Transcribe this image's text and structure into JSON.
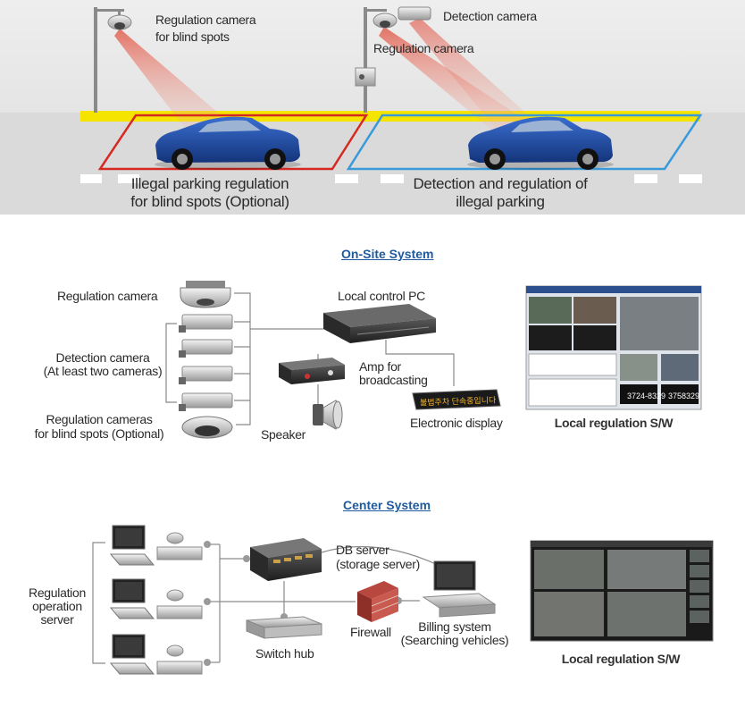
{
  "scene": {
    "cam_blind_label": [
      "Regulation camera",
      "for blind spots"
    ],
    "detection_camera_label": "Detection camera",
    "regulation_camera_label": "Regulation camera",
    "zone_left_label": [
      "Illegal parking regulation",
      "for blind spots (Optional)"
    ],
    "zone_right_label": [
      "Detection and regulation of",
      "illegal parking"
    ],
    "colors": {
      "zone_left": "#d42a22",
      "zone_right": "#3a9ad9",
      "curb": "#f5e400",
      "car": "#1e4aa6"
    }
  },
  "onsite": {
    "title": "On-Site System",
    "regulation_camera": "Regulation camera",
    "detection_camera": [
      "Detection camera",
      "(At least two cameras)"
    ],
    "blind_spot_cameras": [
      "Regulation cameras",
      "for blind spots (Optional)"
    ],
    "local_pc": "Local control PC",
    "amp": [
      "Amp for",
      "broadcasting"
    ],
    "speaker": "Speaker",
    "display_text": "불법주차 단속중입니다",
    "display_label": "Electronic display",
    "sw_label": "Local regulation S/W",
    "sw_values": [
      "3724-8329",
      "3758329"
    ]
  },
  "center": {
    "title": "Center System",
    "operation_server": [
      "Regulation",
      "operation",
      "server"
    ],
    "db_server": [
      "DB  server",
      "(storage server)"
    ],
    "firewall": "Firewall",
    "switch_hub": "Switch hub",
    "billing": [
      "Billing system",
      "(Searching vehicles)"
    ],
    "sw_label": "Local regulation S/W"
  }
}
